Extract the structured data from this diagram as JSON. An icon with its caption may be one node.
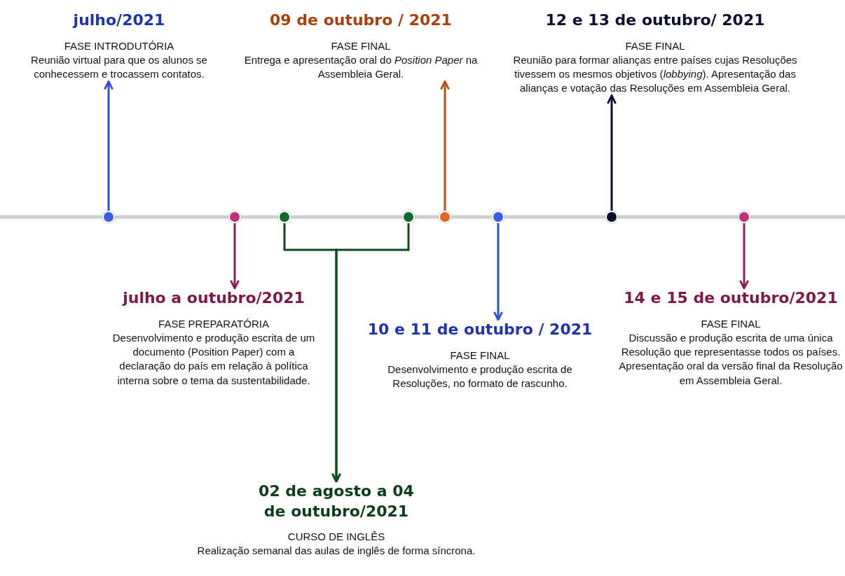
{
  "diagram": {
    "nodes": [
      {
        "text": [
          "julho/2021",
          "FASE INTRODUTÓRIA",
          "Reunião virtual para que os alunos se conhecessem e trocassem contatos."
        ]
      },
      {
        "text": [
          "09 de outubro / 2021",
          "FASE FINAL",
          "Entrega e apresentação oral do *Position Paper* na Assembleia Geral."
        ]
      },
      {
        "text": [
          "12 e 13 de outubro/ 2021",
          "FASE FINAL",
          "Reunião para formar alianças entre países cujas Resoluções tivessem os mesmos objetivos (*lobbying*). Apresentação das alianças e votação das Resoluções em Assembleia Geral."
        ]
      },
      {
        "text": [],
        "shape": "circle"
      },
      {
        "text": [],
        "shape": "circle"
      },
      {
        "text": [],
        "shape": "circle"
      },
      {
        "text": [],
        "shape": "circle"
      },
      {
        "text": [],
        "shape": "circle"
      },
      {
        "text": [],
        "shape": "circle"
      },
      {
        "text": [],
        "shape": "circle"
      },
      {
        "text": [],
        "shape": "circle"
      },
      {
        "text": [
          "julho a outubro/2021",
          "FASE PREPARATÓRIA",
          "Desenvolvimento e produção escrita de um documento (Position Paper) com a declaração do país em relação à política interna sobre o tema da sustentabilidade."
        ]
      },
      {
        "text": [
          "10 e 11 de outubro / 2021",
          "FASE FINAL",
          "Desenvolvimento e produção escrita de Resoluções, no formato de rascunho."
        ]
      },
      {
        "text": [
          "14 e 15 de outubro/2021",
          "FASE FINAL",
          "Discussão e produção escrita de uma única Resolução que representasse todos os países. Apresentação oral da versão final da Resolução em Assembleia Geral."
        ]
      },
      {
        "text": [
          "02 de agosto a 04 de outubro/2021",
          "CURSO DE INGLÊS",
          "Realização semanal das aulas de inglês de forma síncrona."
        ]
      }
    ],
    "edges": [
      {
        "from": 3,
        "to": 0,
        "arrow": "to",
        "color": "#2f4fd6"
      },
      {
        "from": 4,
        "to": 11,
        "arrow": "to",
        "color": "#8e1d55"
      },
      {
        "from": 5,
        "to": 14,
        "arrow": "to",
        "color": "#0d4a1e"
      },
      {
        "from": 6,
        "to": 14,
        "arrow": "to",
        "color": "#0d4a1e"
      },
      {
        "from": 7,
        "to": 1,
        "arrow": "to",
        "color": "#b8500f"
      },
      {
        "from": 8,
        "to": 12,
        "arrow": "to",
        "color": "#2f4fd6"
      },
      {
        "from": 9,
        "to": 2,
        "arrow": "to",
        "color": "#0b1030"
      },
      {
        "from": 10,
        "to": 13,
        "arrow": "to",
        "color": "#8e1d55"
      }
    ]
  }
}
